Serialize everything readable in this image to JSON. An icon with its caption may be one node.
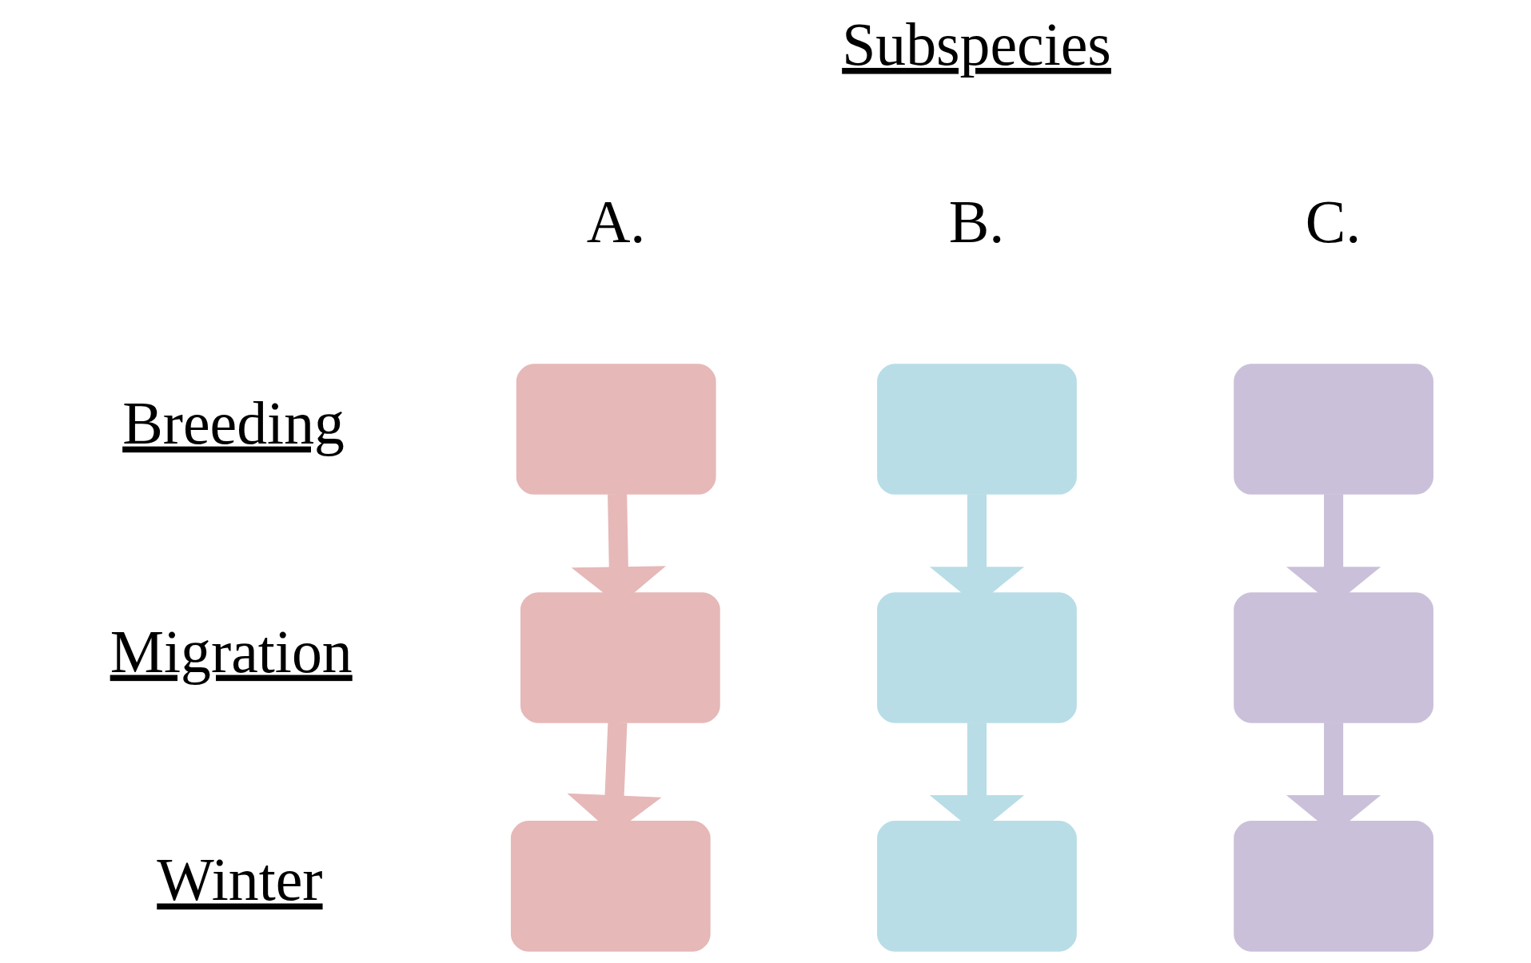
{
  "diagram": {
    "nodes": [
      {
        "text": [],
        "shape": "box"
      },
      {
        "text": [],
        "shape": "box"
      },
      {
        "text": [],
        "shape": "box"
      },
      {
        "text": [],
        "shape": "box"
      },
      {
        "text": [],
        "shape": "box"
      },
      {
        "text": [],
        "shape": "box"
      },
      {
        "text": [],
        "shape": "box"
      },
      {
        "text": [],
        "shape": "box"
      },
      {
        "text": [],
        "shape": "box"
      }
    ],
    "edges": [
      {
        "from": 0,
        "to": 3,
        "arrow": "to",
        "color": "#e6b8b8"
      },
      {
        "from": 3,
        "to": 6,
        "arrow": "to",
        "color": "#e6b8b8"
      },
      {
        "from": 1,
        "to": 4,
        "arrow": "to",
        "color": "#b8dde6"
      },
      {
        "from": 4,
        "to": 7,
        "arrow": "to",
        "color": "#b8dde6"
      },
      {
        "from": 2,
        "to": 5,
        "arrow": "to",
        "color": "#cbc0da"
      },
      {
        "from": 5,
        "to": 8,
        "arrow": "to",
        "color": "#cbc0da"
      }
    ],
    "labels": [
      "Subspecies",
      "A.",
      "B.",
      "C.",
      "Breeding",
      "Migration",
      "Winter"
    ]
  }
}
